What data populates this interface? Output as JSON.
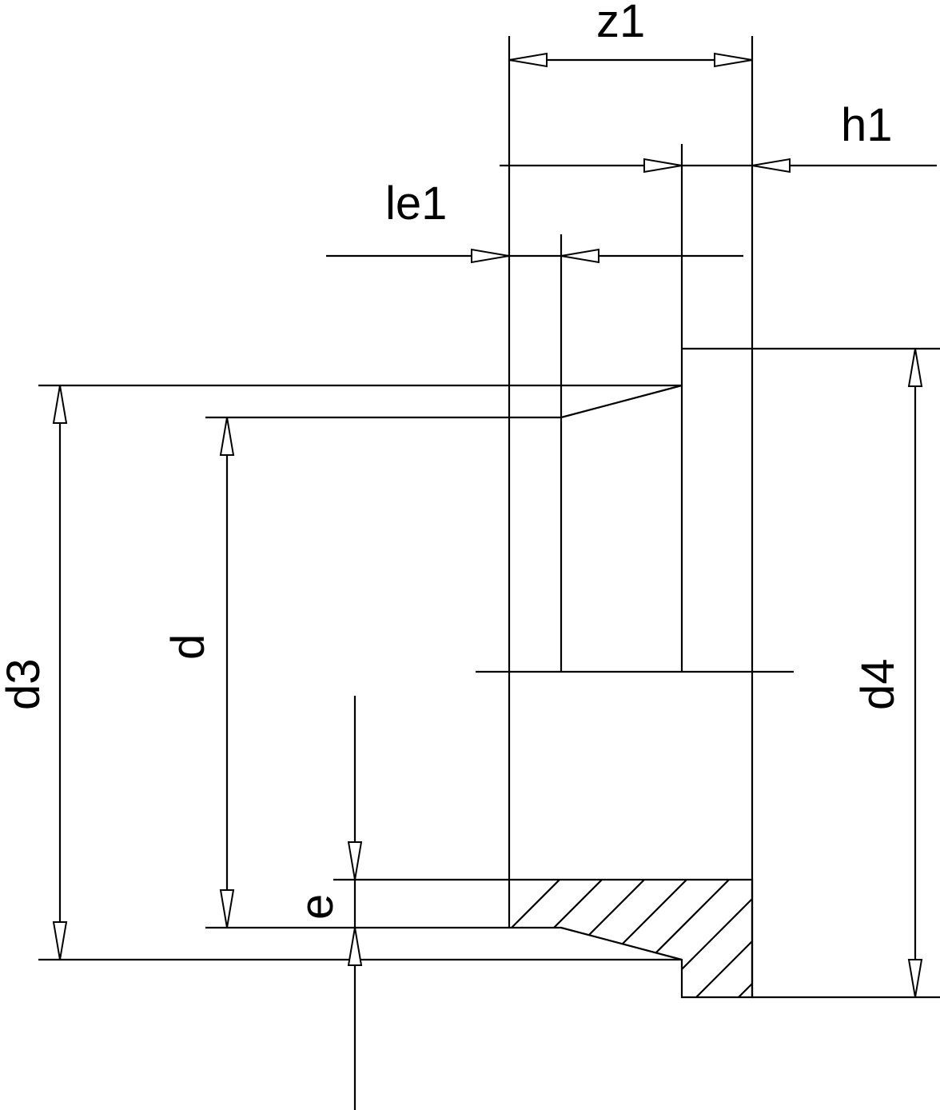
{
  "labels": {
    "z1": "z1",
    "h1": "h1",
    "le1": "le1",
    "d3": "d3",
    "d": "d",
    "d4": "d4",
    "e": "e"
  },
  "colors": {
    "line": "#000000",
    "background": "#ffffff"
  }
}
